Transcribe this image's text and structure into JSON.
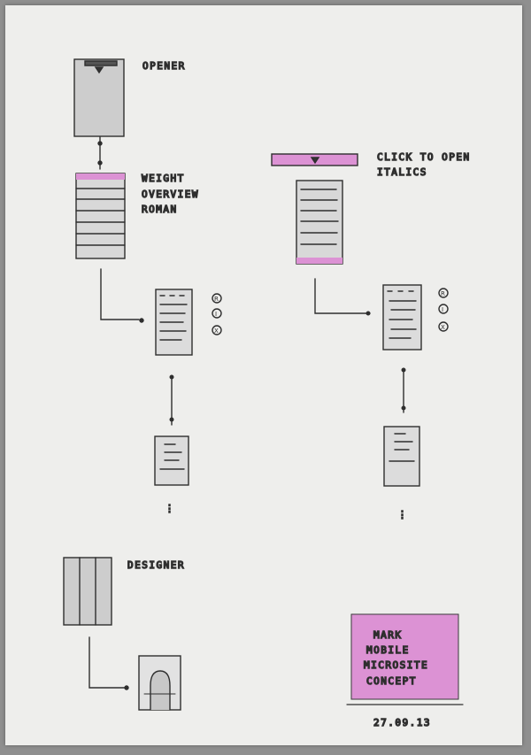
{
  "labels": {
    "opener": "OPENER",
    "weight_overview_1": "WEIGHT",
    "weight_overview_2": "OVERVIEW",
    "weight_overview_3": "ROMAN",
    "click_1": "CLICK TO OPEN",
    "click_2": "ITALICS",
    "designer": "DESIGNER",
    "pagination_dots": "⋮"
  },
  "concept_note": {
    "line1": "MARK",
    "line2": "MOBILE",
    "line3": "MICROSITE",
    "line4": "CONCEPT",
    "date": "27.09.13"
  },
  "icons": {
    "left_buttons": [
      "R",
      "I",
      "X"
    ],
    "right_buttons": [
      "R",
      "I",
      "X"
    ]
  },
  "colors": {
    "paper": "#eeeeec",
    "ink": "#2e2e2e",
    "pencil": "#c4c4c4",
    "highlight": "#dc92d4"
  }
}
